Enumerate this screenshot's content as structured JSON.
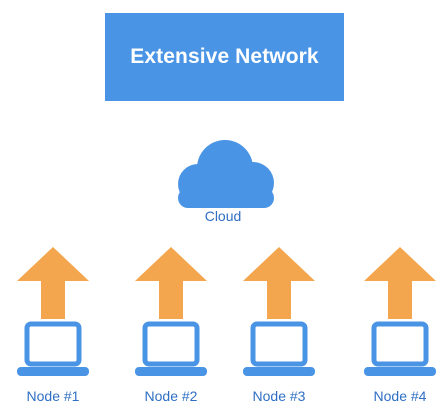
{
  "title": "Extensive Network",
  "cloud": {
    "label": "Cloud",
    "icon": "cloud-icon"
  },
  "nodes": [
    {
      "label": "Node #1",
      "icon": "laptop-icon"
    },
    {
      "label": "Node #2",
      "icon": "laptop-icon"
    },
    {
      "label": "Node #3",
      "icon": "laptop-icon"
    },
    {
      "label": "Node #4",
      "icon": "laptop-icon"
    }
  ],
  "colors": {
    "title_background": "#4a94e6",
    "title_text": "#ffffff",
    "cloud": "#4a94e6",
    "arrow": "#f3a64e",
    "laptop": "#4a94e6",
    "label_text": "#2f6fc3"
  }
}
